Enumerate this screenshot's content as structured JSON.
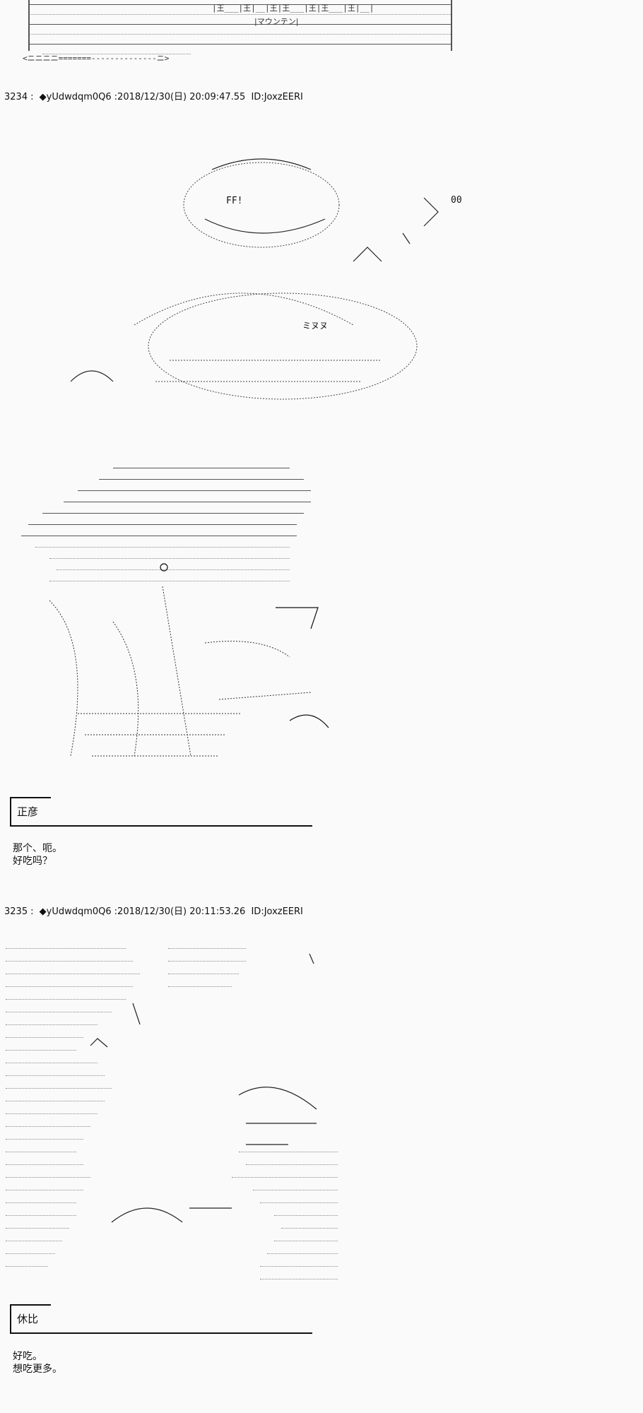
{
  "posts": [
    {
      "number": "3234",
      "separator": ":",
      "trip": "◆yUdwdqm0Q6",
      "datetime": ":2018/12/30(日) 20:09:47.55",
      "id": "ID:JoxzEERI",
      "speaker": "正彦",
      "lines": [
        "那个、呃。",
        "好吃吗？"
      ]
    },
    {
      "number": "3235",
      "separator": ":",
      "trip": "◆yUdwdqm0Q6",
      "datetime": ":2018/12/30(日) 20:11:53.26",
      "id": "ID:JoxzEERI",
      "speaker": "休比",
      "lines": [
        "好吃。",
        "想吃更多。"
      ]
    }
  ],
  "ascii_art": {
    "top_banner": [
      "|王___|王|__|王|王___|王|王___|王|__|",
      "|マウンテン|",
      "<ニニニニ=======--------------ニ>"
    ],
    "girl_characters": [
      "FF!",
      "00",
      "ミヌヌ"
    ]
  }
}
